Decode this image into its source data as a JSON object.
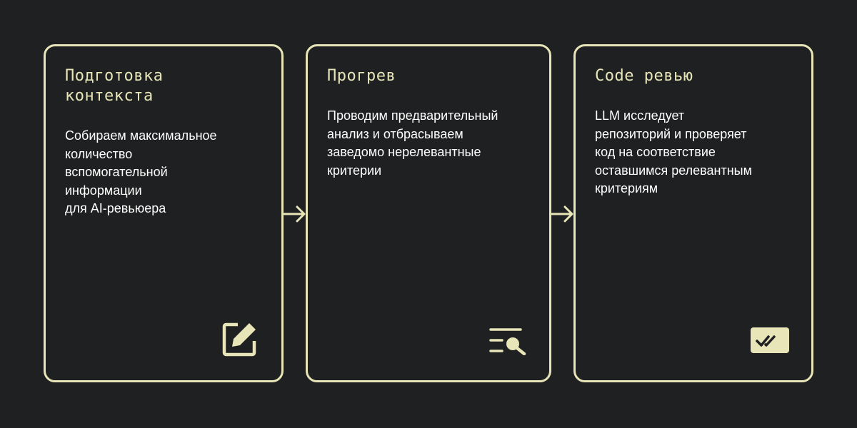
{
  "steps": [
    {
      "title": "Подготовка\nконтекста",
      "description": "Собираем максимальное\nколичество\nвспомогательной\nинформации\nдля AI-ревьюера",
      "icon": "edit-icon"
    },
    {
      "title": "Прогрев",
      "description": "Проводим предварительный\nанализ и отбрасываем\nзаведомо нерелевантные\nкритерии",
      "icon": "search-list-icon"
    },
    {
      "title": "Code ревью",
      "description": "LLM исследует\nрепозиторий и проверяет\nкод на соответствие\nоставшимся релевантным\nкритериям",
      "icon": "double-check-icon"
    }
  ],
  "colors": {
    "background": "#1f2021",
    "accent": "#e8e5b8",
    "text": "#ffffff"
  }
}
